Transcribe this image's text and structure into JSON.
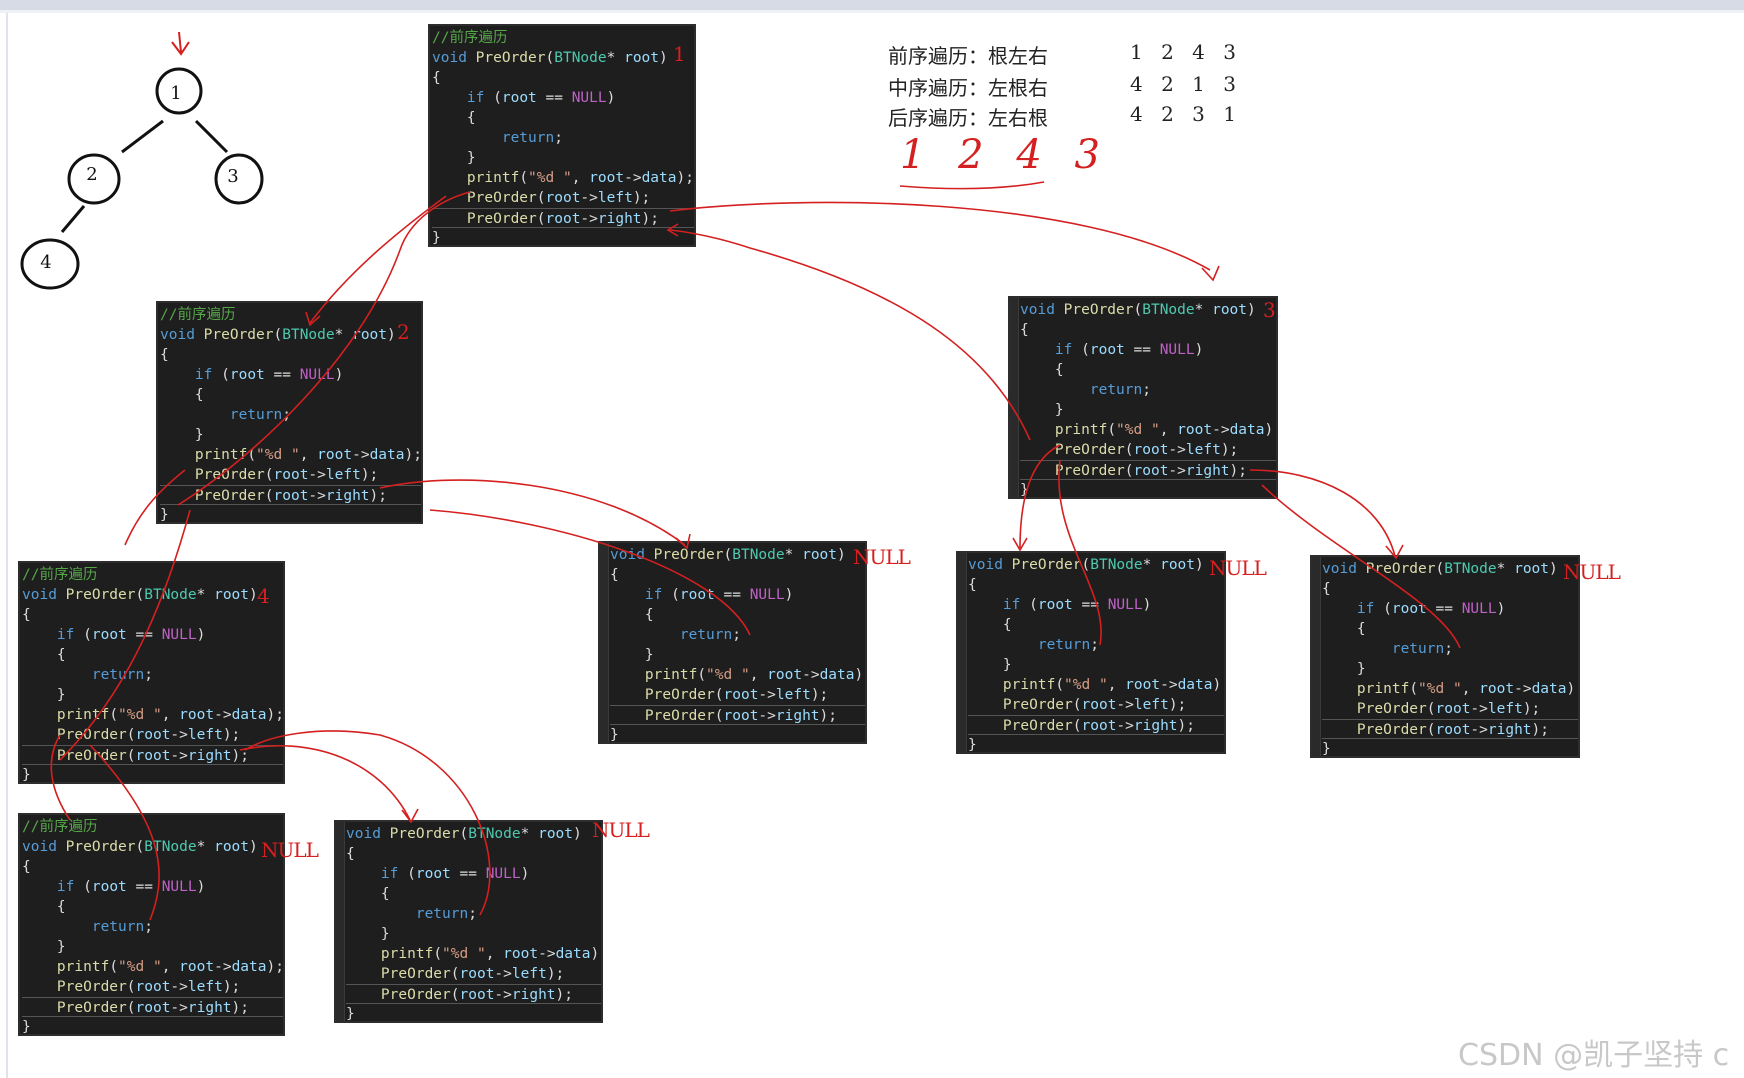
{
  "tree": {
    "nodes": [
      "1",
      "2",
      "3",
      "4"
    ]
  },
  "traversal": [
    {
      "name": "前序遍历：根左右",
      "sequence": "1 2 4 3"
    },
    {
      "name": "中序遍历：左根右",
      "sequence": "4 2 1 3"
    },
    {
      "name": "后序遍历：左右根",
      "sequence": "4 2 3 1"
    }
  ],
  "handwritten_sequence": "1 2 4 3",
  "panel_labels": {
    "call1": "1",
    "call2": "2",
    "call3": "3",
    "call4": "4",
    "null": "NULL"
  },
  "code": {
    "comment": "//前序遍历",
    "sig_kw": "void",
    "sig_fn": "PreOrder",
    "sig_open": "(",
    "sig_type": "BTNode",
    "sig_star": "* ",
    "sig_param": "root",
    "sig_close": ")",
    "brace_open": "{",
    "brace_close": "}",
    "if_kw": "if",
    "if_open": " (",
    "if_root": "root",
    "if_eq": " == ",
    "if_null": "NULL",
    "if_close": ")",
    "return_kw": "return",
    "semi": ";",
    "printf_fn": "printf",
    "printf_open": "(",
    "printf_str": "\"%d \"",
    "printf_comma": ", ",
    "printf_root": "root",
    "arrow": "->",
    "data_field": "data",
    "printf_close": ");",
    "pre_fn": "PreOrder",
    "pre_open": "(",
    "pre_root": "root",
    "left_field": "left",
    "right_field": "right",
    "pre_close": ");"
  },
  "watermark": "CSDN @凯子坚持 c",
  "colors": {
    "annotation_red": "#d42020",
    "code_background": "#1e1e1e"
  }
}
